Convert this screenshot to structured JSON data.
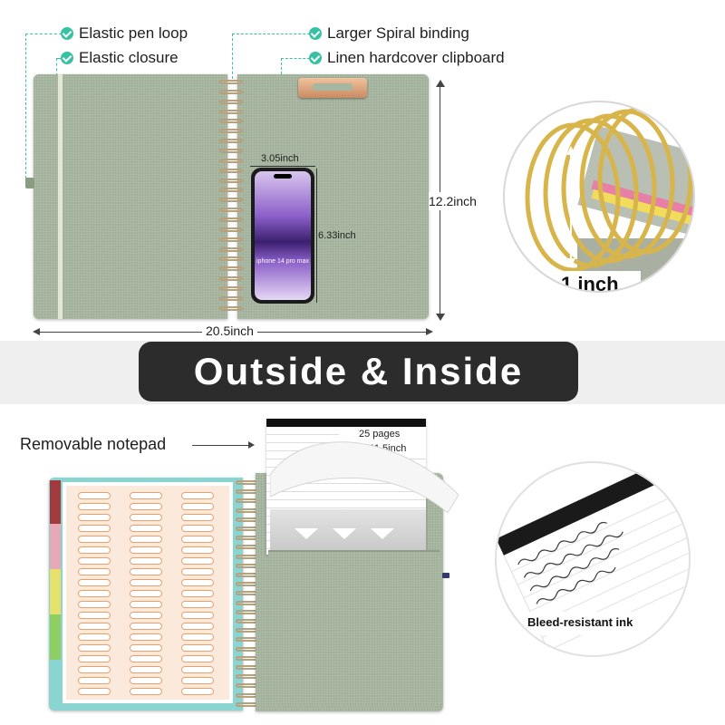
{
  "features": {
    "pen_loop": "Elastic pen loop",
    "closure": "Elastic closure",
    "spiral": "Larger Spiral binding",
    "clipboard": "Linen hardcover clipboard"
  },
  "dimensions": {
    "width": "20.5inch",
    "height": "12.2inch",
    "phone_width": "3.05inch",
    "phone_height": "6.33inch",
    "phone_label": "iphone 14 pro max",
    "ring": "1 inch"
  },
  "banner": {
    "title": "Outside & Inside"
  },
  "notepad": {
    "label": "Removable notepad",
    "pages": "25 pages",
    "size": "8.5*11.5inch"
  },
  "ink": {
    "label": "Bleed-resistant ink"
  },
  "colors": {
    "linen": "#a7b6a0",
    "accent": "#37c2a4",
    "banner": "#2c2c2c",
    "clip": "#d9a27a",
    "ring_gold": "#d8b54a"
  }
}
